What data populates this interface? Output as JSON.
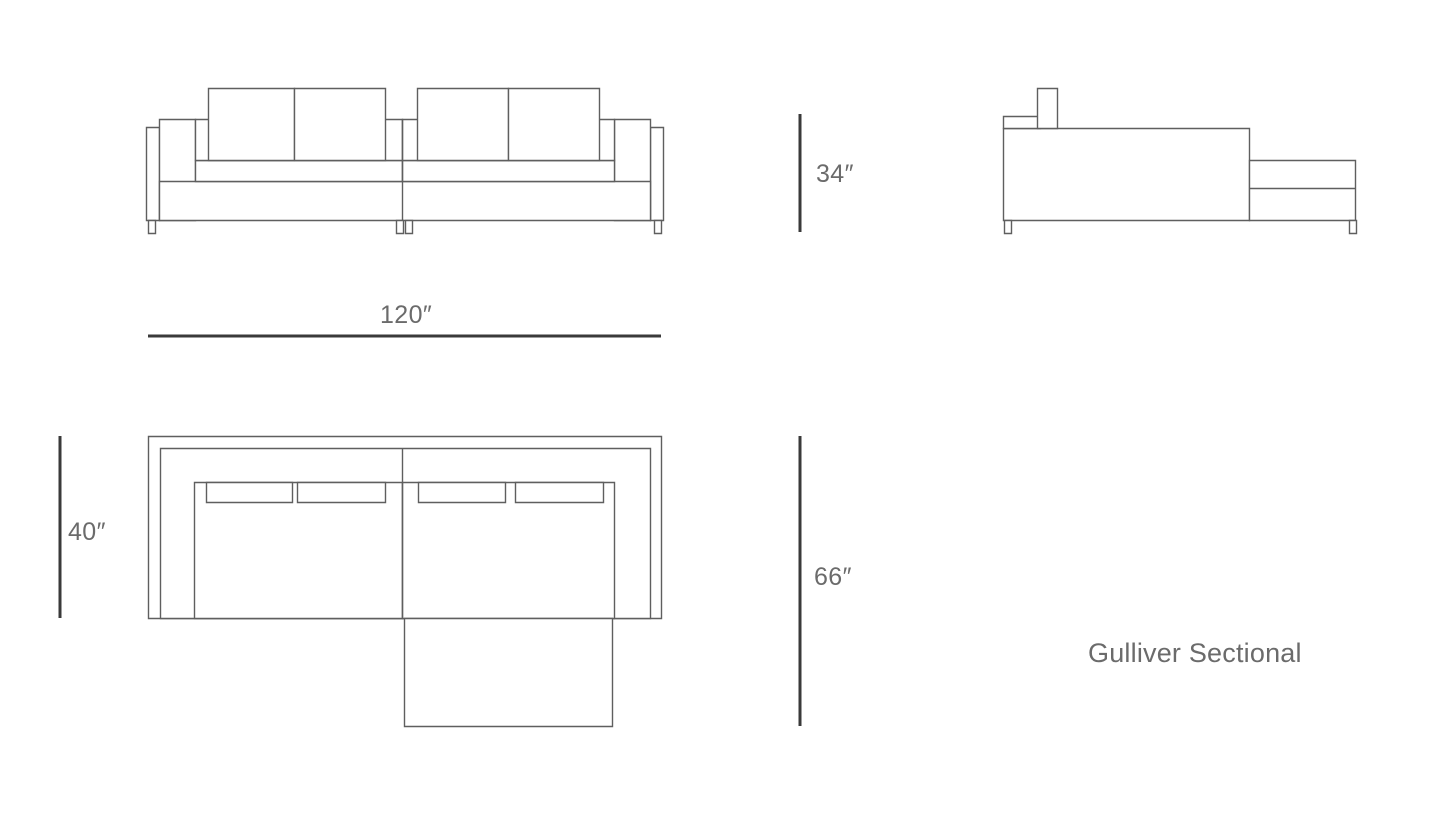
{
  "document": {
    "type": "furniture-dimension-spec-sheet",
    "product_title": "Gulliver Sectional",
    "background_color": "#ffffff",
    "line_color": "#5f5f5f",
    "dimension_line_color": "#3a3a3a",
    "text_color": "#6b6b6b"
  },
  "dimensions": {
    "height": {
      "label": "34″",
      "value": 34,
      "unit": "inches",
      "orientation": "vertical",
      "applies_to": "front-elevation"
    },
    "width": {
      "label": "120″",
      "value": 120,
      "unit": "inches",
      "orientation": "horizontal",
      "applies_to": "front-elevation"
    },
    "depth": {
      "label": "40″",
      "value": 40,
      "unit": "inches",
      "orientation": "vertical",
      "applies_to": "plan-view-sofa-body"
    },
    "chaise_depth": {
      "label": "66″",
      "value": 66,
      "unit": "inches",
      "orientation": "vertical",
      "applies_to": "plan-view-overall-with-chaise"
    }
  },
  "views": {
    "front_elevation": {
      "name": "front-elevation",
      "description": "Front view of sectional sofa with four back cushions, two seat cushions, two arms and four legs"
    },
    "side_elevation": {
      "name": "side-elevation",
      "description": "Side view of sectional showing back, arm, seat and chaise extension"
    },
    "plan_view": {
      "name": "plan-view",
      "description": "Top-down plan view showing sofa body with chaise extension at right"
    }
  }
}
